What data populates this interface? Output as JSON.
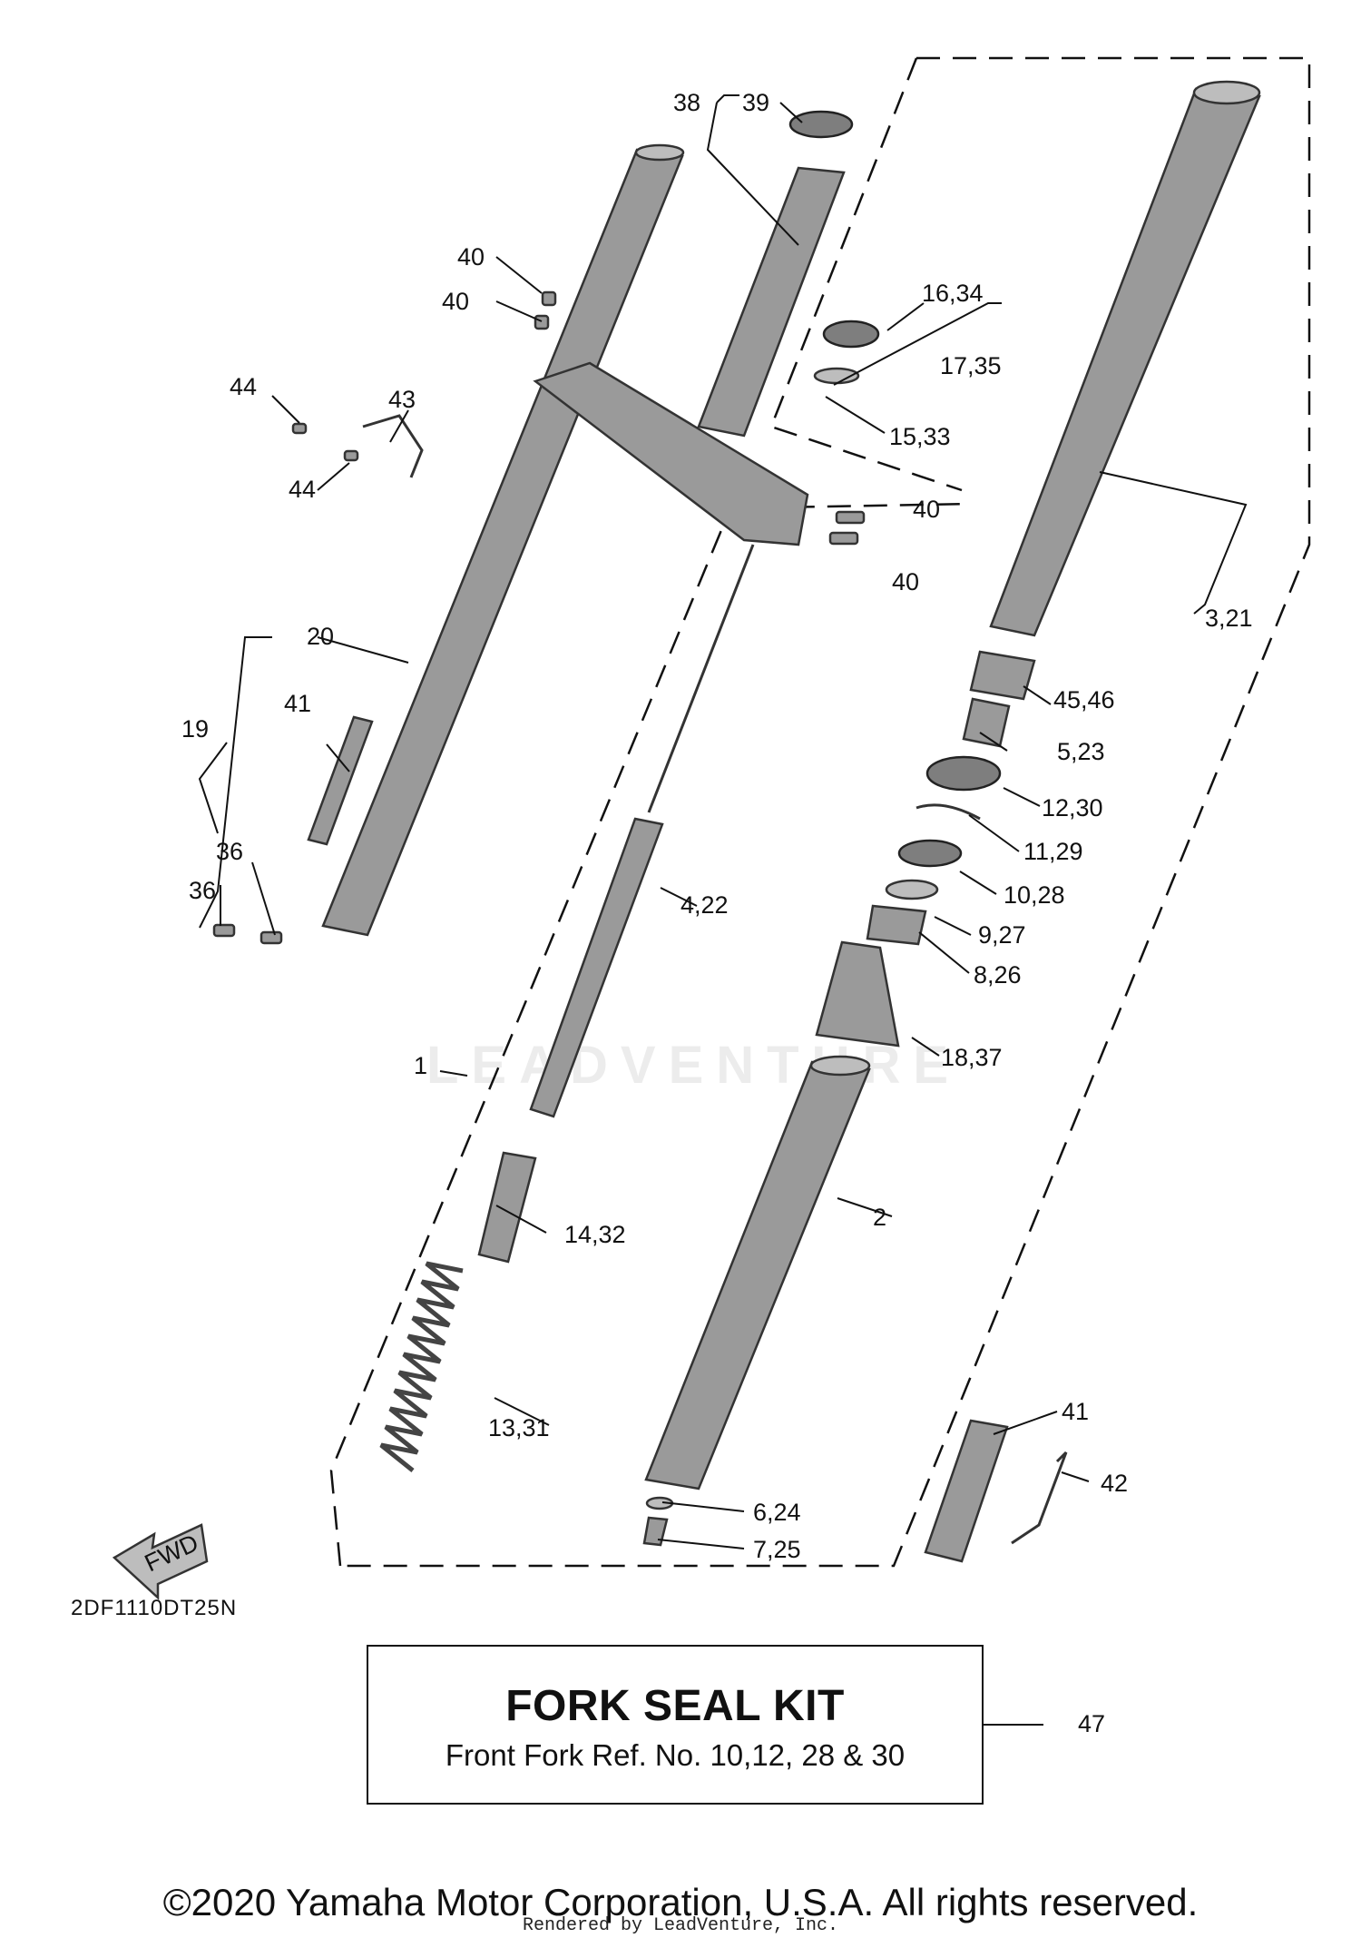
{
  "drawing_code": "2DF1110DT25N",
  "forward_label": "FWD",
  "watermark": "LEADVENTURE",
  "kit": {
    "title": "FORK SEAL KIT",
    "subtitle": "Front Fork Ref. No. 10,12, 28 & 30",
    "ref": "47"
  },
  "copyright": "©2020 Yamaha Motor Corporation, U.S.A. All rights reserved.",
  "rendered_by": "Rendered by LeadVenture, Inc.",
  "callouts": {
    "c38": "38",
    "c39": "39",
    "c40a": "40",
    "c40b": "40",
    "c40c": "40",
    "c40d": "40",
    "c44a": "44",
    "c43": "43",
    "c44b": "44",
    "c16_34": "16,34",
    "c17_35": "17,35",
    "c15_33": "15,33",
    "c3_21": "3,21",
    "c20": "20",
    "c19": "19",
    "c41a": "41",
    "c36a": "36",
    "c36b": "36",
    "c45_46": "45,46",
    "c5_23": "5,23",
    "c12_30": "12,30",
    "c11_29": "11,29",
    "c10_28": "10,28",
    "c4_22": "4,22",
    "c9_27": "9,27",
    "c8_26": "8,26",
    "c18_37": "18,37",
    "c1": "1",
    "c2": "2",
    "c14_32": "14,32",
    "c13_31": "13,31",
    "c41b": "41",
    "c42": "42",
    "c6_24": "6,24",
    "c7_25": "7,25"
  }
}
